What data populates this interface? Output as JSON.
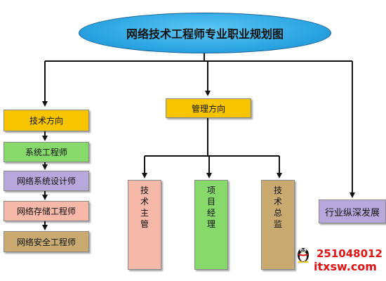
{
  "title": "网络技术工程师专业职业规划图",
  "branches": {
    "tech": "技术方向",
    "mgmt": "管理方向",
    "industry": "行业纵深发展"
  },
  "tech_chain": [
    "系统工程师",
    "网络系统设计师",
    "网络存储工程师",
    "网络安全工程师"
  ],
  "mgmt_roles": [
    "技术主管",
    "项目经理",
    "技术总监"
  ],
  "watermark": {
    "number": "251048012",
    "site": "itxsw.com"
  },
  "colors": {
    "tech": "#f6c500",
    "mgmt": "#f6c500",
    "chain": [
      "#86d96a",
      "#b7a8dc",
      "#f6b8a8",
      "#c9ab72"
    ],
    "roles": [
      "#f6b8a8",
      "#86d96a",
      "#c9ab72"
    ],
    "industry": "#b7a8dc"
  }
}
